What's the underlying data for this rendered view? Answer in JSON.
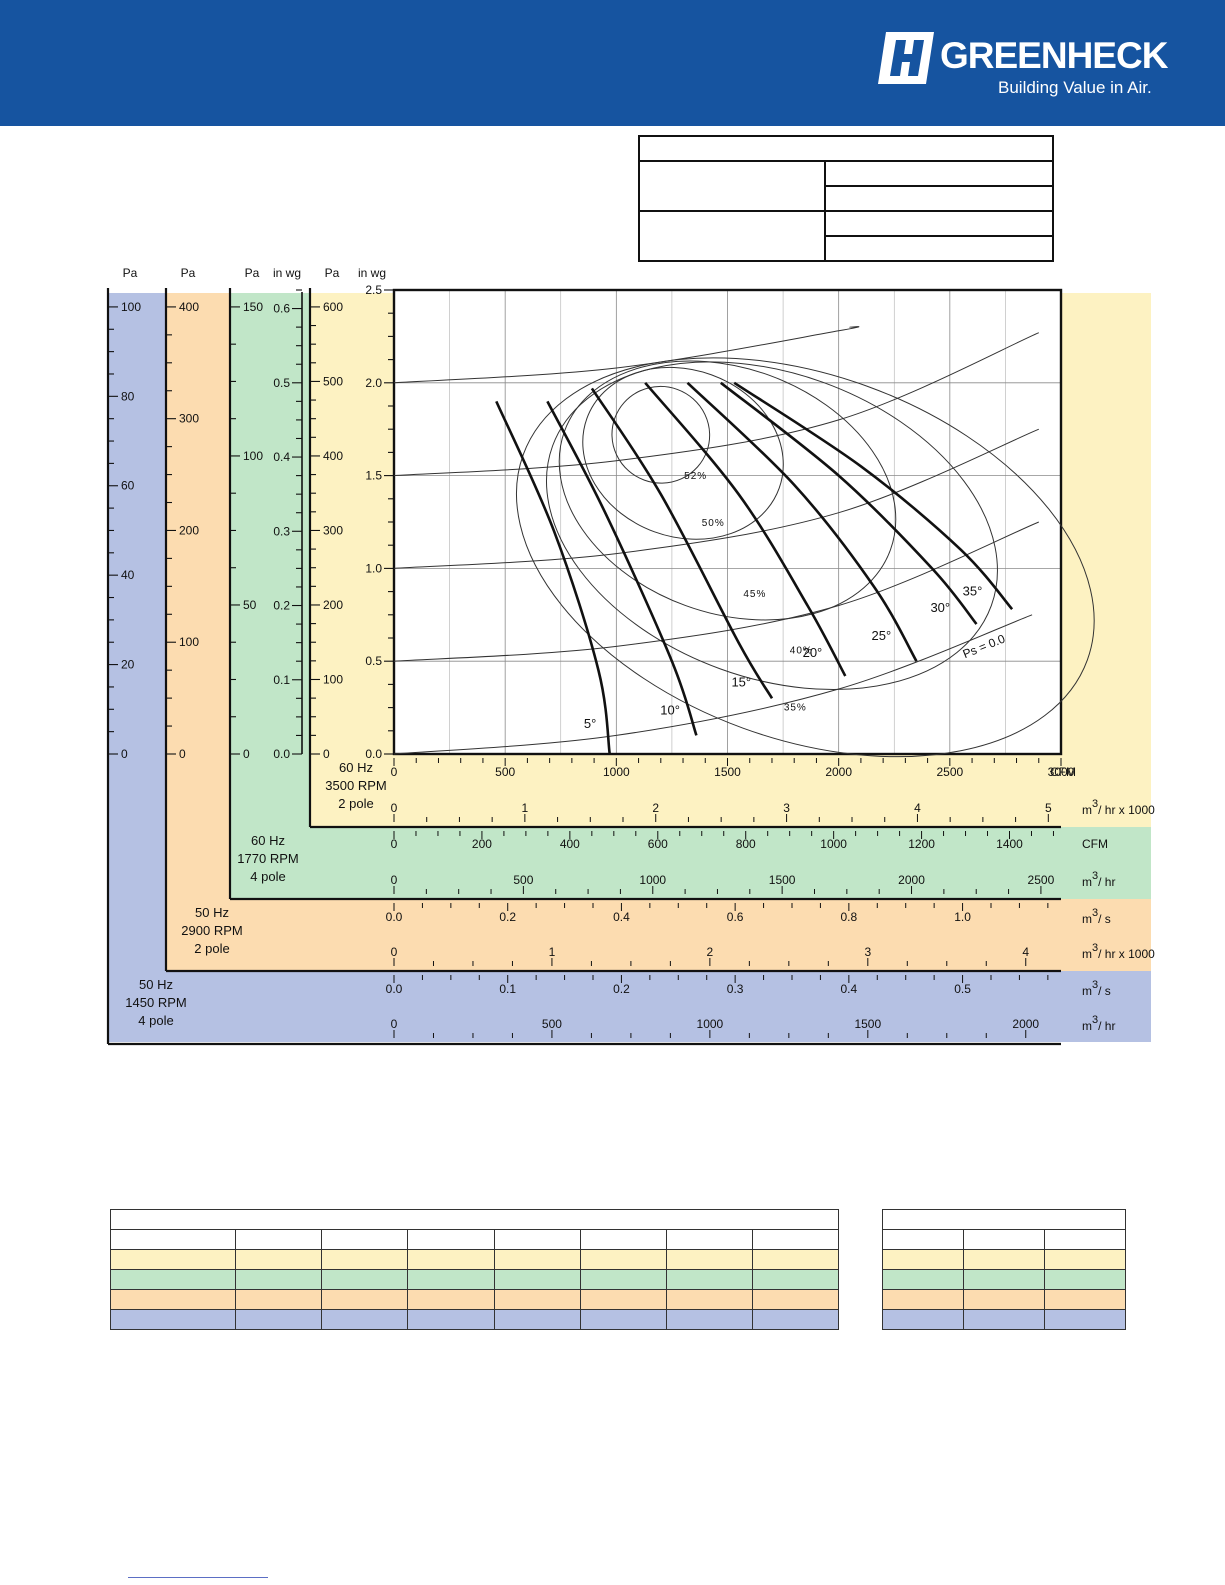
{
  "brand": {
    "name": "GREENHECK",
    "tagline": "Building Value in Air.",
    "header_color": "#1654a0",
    "logo_icon": "greenheck-logo-icon"
  },
  "colors": {
    "band_60hz_2pole": "#fdf2c2",
    "band_60hz_4pole": "#c1e6c8",
    "band_50hz_2pole": "#fcdcb0",
    "band_50hz_4pole": "#b5c1e3"
  },
  "chart_data": {
    "type": "line",
    "primary_x": {
      "label": "CFM",
      "ticks": [
        0,
        500,
        1000,
        1500,
        2000,
        2500,
        3000
      ],
      "range": [
        0,
        3000
      ]
    },
    "primary_y": {
      "label": "in wg",
      "ticks": [
        0.0,
        0.5,
        1.0,
        1.5,
        2.0,
        2.5
      ],
      "range": [
        0,
        2.5
      ]
    },
    "pressure_axes": [
      {
        "unit": "Pa",
        "labels": [
          "0",
          "20",
          "40",
          "60",
          "80",
          "100"
        ],
        "band": "50Hz 4 pole"
      },
      {
        "unit": "Pa",
        "labels": [
          "0",
          "100",
          "200",
          "300",
          "400"
        ],
        "band": "50Hz 2 pole"
      },
      {
        "unit": "Pa",
        "labels": [
          "0",
          "50",
          "100",
          "150"
        ],
        "band": "60Hz 4 pole"
      },
      {
        "unit": "in wg",
        "labels": [
          "0.0",
          "0.1",
          "0.2",
          "0.3",
          "0.4",
          "0.5",
          "0.6"
        ],
        "band": "60Hz 4 pole"
      },
      {
        "unit": "Pa",
        "labels": [
          "0",
          "100",
          "200",
          "300",
          "400",
          "500",
          "600"
        ],
        "band": "60Hz 2 pole"
      },
      {
        "unit": "in wg",
        "labels": [
          "0.0",
          "0.5",
          "1.0",
          "1.5",
          "2.0",
          "2.5"
        ],
        "band": "60Hz 2 pole"
      }
    ],
    "speed_bands": [
      {
        "id": "60hz_2pole",
        "label_lines": [
          "60 Hz",
          "3500 RPM",
          "2 pole"
        ],
        "scales": [
          {
            "unit": "CFM",
            "ticks": [
              "0",
              "500",
              "1000",
              "1500",
              "2000",
              "2500",
              "3000"
            ]
          },
          {
            "unit": "m3/ hr x 1000",
            "unit_lines": [
              "m",
              "3",
              "/ hr x 1000"
            ],
            "ticks": [
              "0",
              "1",
              "2",
              "3",
              "4",
              "5"
            ]
          }
        ]
      },
      {
        "id": "60hz_4pole",
        "label_lines": [
          "60 Hz",
          "1770 RPM",
          "4 pole"
        ],
        "scales": [
          {
            "unit": "CFM",
            "ticks": [
              "0",
              "200",
              "400",
              "600",
              "800",
              "1000",
              "1200",
              "1400"
            ]
          },
          {
            "unit": "m3/ hr",
            "unit_lines": [
              "m",
              "3",
              "/ hr"
            ],
            "ticks": [
              "0",
              "500",
              "1000",
              "1500",
              "2000",
              "2500"
            ]
          }
        ]
      },
      {
        "id": "50hz_2pole",
        "label_lines": [
          "50 Hz",
          "2900 RPM",
          "2 pole"
        ],
        "scales": [
          {
            "unit": "m3/ s",
            "unit_lines": [
              "m",
              "3",
              "/ s"
            ],
            "ticks": [
              "0.0",
              "0.2",
              "0.4",
              "0.6",
              "0.8",
              "1.0"
            ]
          },
          {
            "unit": "m3/ hr x 1000",
            "unit_lines": [
              "m",
              "3",
              "/ hr x 1000"
            ],
            "ticks": [
              "0",
              "1",
              "2",
              "3",
              "4"
            ]
          }
        ]
      },
      {
        "id": "50hz_4pole",
        "label_lines": [
          "50 Hz",
          "1450 RPM",
          "4 pole"
        ],
        "scales": [
          {
            "unit": "m3/ s",
            "unit_lines": [
              "m",
              "3",
              "/ s"
            ],
            "ticks": [
              "0.0",
              "0.1",
              "0.2",
              "0.3",
              "0.4",
              "0.5"
            ]
          },
          {
            "unit": "m3/ hr",
            "unit_lines": [
              "m",
              "3",
              "/ hr"
            ],
            "ticks": [
              "0",
              "500",
              "1000",
              "1500",
              "2000"
            ]
          }
        ]
      }
    ],
    "system_curves": [
      {
        "points": [
          [
            0,
            2.0
          ],
          [
            1000,
            2.08
          ],
          [
            2000,
            2.28
          ],
          [
            2050,
            2.3
          ]
        ]
      },
      {
        "points": [
          [
            0,
            1.5
          ],
          [
            1000,
            1.58
          ],
          [
            2000,
            1.8
          ],
          [
            2900,
            2.27
          ]
        ]
      },
      {
        "points": [
          [
            0,
            1.0
          ],
          [
            1000,
            1.08
          ],
          [
            2000,
            1.3
          ],
          [
            2900,
            1.75
          ]
        ]
      },
      {
        "points": [
          [
            0,
            0.5
          ],
          [
            1000,
            0.58
          ],
          [
            2000,
            0.8
          ],
          [
            2900,
            1.25
          ]
        ]
      },
      {
        "name": "Ps = 0.0",
        "label": "Ps = 0.0",
        "points": [
          [
            0,
            0.0
          ],
          [
            1000,
            0.1
          ],
          [
            2000,
            0.35
          ],
          [
            2870,
            0.75
          ]
        ]
      }
    ],
    "blade_angle_curves": [
      {
        "label": "5°",
        "points": [
          [
            460,
            1.9
          ],
          [
            720,
            1.2
          ],
          [
            920,
            0.45
          ],
          [
            970,
            0.0
          ]
        ]
      },
      {
        "label": "10°",
        "points": [
          [
            690,
            1.9
          ],
          [
            950,
            1.3
          ],
          [
            1250,
            0.5
          ],
          [
            1360,
            0.1
          ]
        ]
      },
      {
        "label": "15°",
        "points": [
          [
            890,
            1.97
          ],
          [
            1200,
            1.4
          ],
          [
            1550,
            0.6
          ],
          [
            1700,
            0.3
          ]
        ]
      },
      {
        "label": "20°",
        "points": [
          [
            1130,
            2.0
          ],
          [
            1550,
            1.4
          ],
          [
            1860,
            0.8
          ],
          [
            2030,
            0.42
          ]
        ]
      },
      {
        "label": "25°",
        "points": [
          [
            1320,
            2.0
          ],
          [
            1800,
            1.45
          ],
          [
            2160,
            0.9
          ],
          [
            2350,
            0.5
          ]
        ]
      },
      {
        "label": "30°",
        "points": [
          [
            1470,
            2.0
          ],
          [
            2000,
            1.5
          ],
          [
            2420,
            1.0
          ],
          [
            2620,
            0.7
          ]
        ]
      },
      {
        "label": "35°",
        "points": [
          [
            1530,
            2.0
          ],
          [
            2100,
            1.55
          ],
          [
            2550,
            1.1
          ],
          [
            2780,
            0.78
          ]
        ]
      }
    ],
    "efficiency_contours": [
      {
        "label": "52%",
        "center": [
          1200,
          1.72
        ],
        "rx": 220,
        "ry": 0.26
      },
      {
        "label": "50%",
        "center": [
          1300,
          1.62
        ],
        "rx": 460,
        "ry": 0.45
      },
      {
        "label": "45%",
        "center": [
          1500,
          1.42
        ],
        "rx": 780,
        "ry": 0.66
      },
      {
        "label": "40%",
        "center": [
          1700,
          1.23
        ],
        "rx": 1050,
        "ry": 0.82
      },
      {
        "label": "35%",
        "center": [
          1850,
          1.06
        ],
        "rx": 1350,
        "ry": 0.98
      }
    ],
    "grid": true
  },
  "tables": {
    "spec_table": {
      "rows": 5
    },
    "bottom_left": {
      "columns": 8,
      "data_rows": 4
    },
    "bottom_right": {
      "columns": 3,
      "data_rows": 4
    }
  }
}
